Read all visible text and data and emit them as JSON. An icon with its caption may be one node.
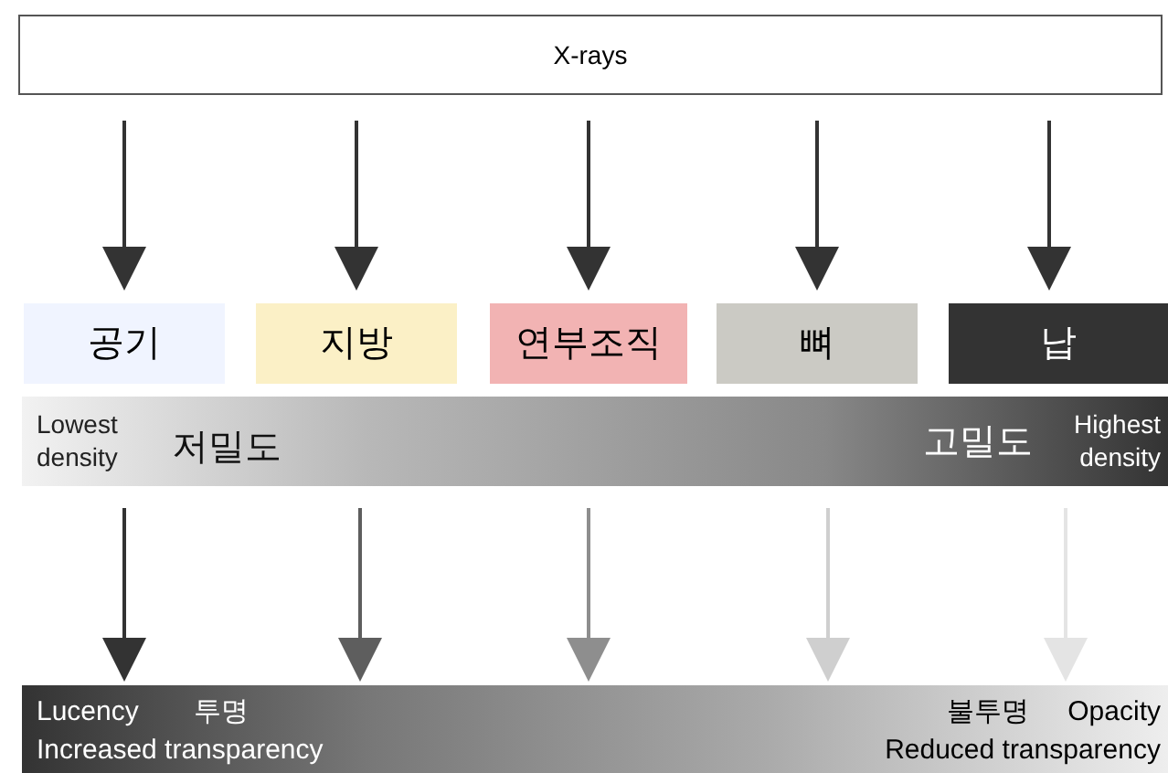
{
  "diagram": {
    "nodes": [
      {
        "text": [
          "X-rays"
        ]
      },
      {
        "text": [
          "공기"
        ]
      },
      {
        "text": [
          "지방"
        ]
      },
      {
        "text": [
          "연부조직"
        ]
      },
      {
        "text": [
          "뼈"
        ]
      },
      {
        "text": [
          "납"
        ]
      },
      {
        "text": [
          "Lowest density",
          "저밀도",
          "고밀도",
          "Highest density"
        ]
      },
      {
        "text": [
          "Lucency",
          "투명",
          "Increased transparency",
          "불투명",
          "Opacity",
          "Reduced transparency"
        ]
      }
    ],
    "edges": [
      {
        "from": 0,
        "to": 1,
        "arrow": "to"
      },
      {
        "from": 0,
        "to": 2,
        "arrow": "to"
      },
      {
        "from": 0,
        "to": 3,
        "arrow": "to"
      },
      {
        "from": 0,
        "to": 4,
        "arrow": "to"
      },
      {
        "from": 0,
        "to": 5,
        "arrow": "to"
      },
      {
        "from": 6,
        "to": 7,
        "arrow": "to"
      },
      {
        "from": 6,
        "to": 7,
        "arrow": "to",
        "color": "#5e5e5e"
      },
      {
        "from": 6,
        "to": 7,
        "arrow": "to",
        "color": "#8e8e8e"
      },
      {
        "from": 6,
        "to": 7,
        "arrow": "to",
        "color": "#cfcfcf"
      },
      {
        "from": 6,
        "to": 7,
        "arrow": "to",
        "color": "#e4e4e4"
      }
    ]
  }
}
